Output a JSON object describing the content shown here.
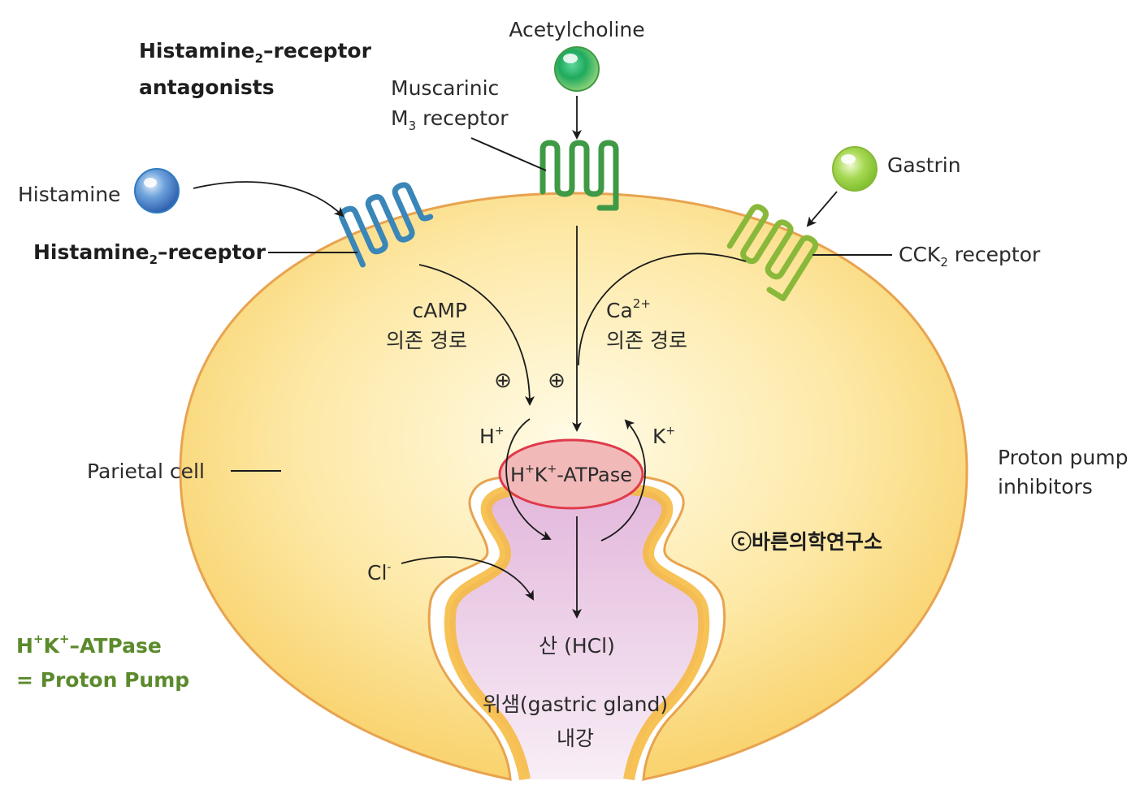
{
  "labels": {
    "h2ra_line1": "Histamine",
    "h2ra_sub": "2",
    "h2ra_line1_end": "–receptor",
    "h2ra_line2": "antagonists",
    "acetylcholine": "Acetylcholine",
    "muscarinic_line1": "Muscarinic",
    "muscarinic_m": "M",
    "muscarinic_sub": "3",
    "muscarinic_end": " receptor",
    "gastrin": "Gastrin",
    "histamine": "Histamine",
    "h2r_main": "Histamine",
    "h2r_sub": "2",
    "h2r_end": "–receptor",
    "cck_main": "CCK",
    "cck_sub": "2",
    "cck_end": " receptor",
    "camp_line1": "cAMP",
    "camp_line2": "의존 경로",
    "ca_main": "Ca",
    "ca_sup": "2+",
    "ca_line2": "의존 경로",
    "plus_symbol": "⊕",
    "h_ion": "H",
    "h_ion_sup": "+",
    "k_ion": "K",
    "k_ion_sup": "+",
    "pump_h": "H",
    "pump_h_sup": "+",
    "pump_k": "K",
    "pump_k_sup": "+",
    "pump_end": "-ATPase",
    "parietal_cell": "Parietal cell",
    "ppi_line1": "Proton pump",
    "ppi_line2": "inhibitors",
    "copyright": "ⓒ바른의학연구소",
    "cl_main": "Cl",
    "cl_sup": "-",
    "acid": "산 (HCl)",
    "lumen_line1": "위샘(gastric gland)",
    "lumen_line2": "내강",
    "legend_h": "H",
    "legend_h_sup": "+",
    "legend_k": "K",
    "legend_k_sup": "+",
    "legend_end": "–ATPase",
    "legend_line2": "= Proton Pump"
  },
  "colors": {
    "cell_fill": "#fbd56a",
    "cell_border": "#e8a34f",
    "lumen_fill": "#e9c6e3",
    "histamine_receptor": "#3a86b8",
    "muscarinic_receptor": "#3f9a45",
    "cck_receptor": "#8ab83a",
    "pump_fill": "#f2b9b9",
    "pump_border": "#e03a4a",
    "legend_green": "#5b8a2c",
    "plus_red": "#d0202a"
  },
  "icons": {
    "histamine": "blue-sphere-icon",
    "acetylcholine": "green-sphere-icon",
    "gastrin": "light-green-sphere-icon"
  }
}
